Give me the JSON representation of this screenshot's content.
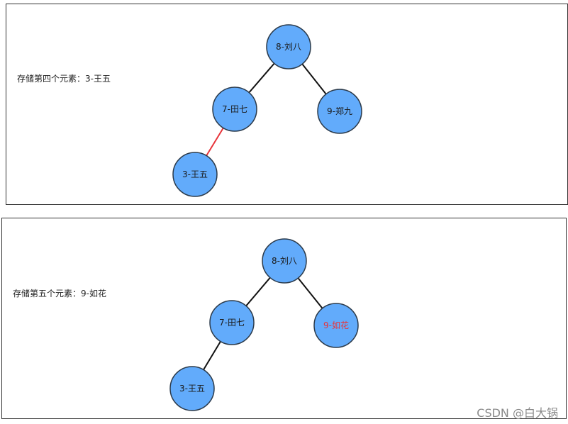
{
  "colors": {
    "node_fill": "#62abfb",
    "edge": "#111111",
    "highlight": "#e8343a"
  },
  "panels": [
    {
      "caption": "存储第四个元素：3-王五",
      "nodes": [
        {
          "id": "n8",
          "label": "8-刘八",
          "highlight": false
        },
        {
          "id": "n7",
          "label": "7-田七",
          "highlight": false
        },
        {
          "id": "n9",
          "label": "9-郑九",
          "highlight": false
        },
        {
          "id": "n3",
          "label": "3-王五",
          "highlight": false
        }
      ],
      "edges": [
        {
          "from": "n8",
          "to": "n7",
          "highlight": false
        },
        {
          "from": "n8",
          "to": "n9",
          "highlight": false
        },
        {
          "from": "n7",
          "to": "n3",
          "highlight": true
        }
      ]
    },
    {
      "caption": "存储第五个元素：9-如花",
      "nodes": [
        {
          "id": "n8",
          "label": "8-刘八",
          "highlight": false
        },
        {
          "id": "n7",
          "label": "7-田七",
          "highlight": false
        },
        {
          "id": "n9",
          "label": "9-如花",
          "highlight": true
        },
        {
          "id": "n3",
          "label": "3-王五",
          "highlight": false
        }
      ],
      "edges": [
        {
          "from": "n8",
          "to": "n7",
          "highlight": false
        },
        {
          "from": "n8",
          "to": "n9",
          "highlight": false
        },
        {
          "from": "n7",
          "to": "n3",
          "highlight": false
        }
      ]
    }
  ],
  "watermark": "CSDN @白大锅"
}
